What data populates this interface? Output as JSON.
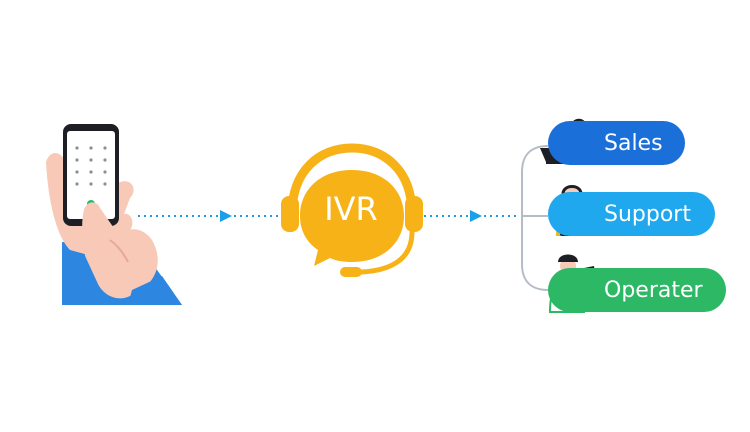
{
  "ivr": {
    "label": "IVR"
  },
  "departments": [
    {
      "label": "Sales",
      "color": "#1a6fd8"
    },
    {
      "label": "Support",
      "color": "#1fa8ee"
    },
    {
      "label": "Operater",
      "color": "#2cb865"
    }
  ],
  "colors": {
    "ivr": "#f7b218",
    "arrow": "#1aa0e8",
    "connector": "#b5bcc6",
    "sleeve": "#2d86e0",
    "skin": "#f8c9b7"
  }
}
